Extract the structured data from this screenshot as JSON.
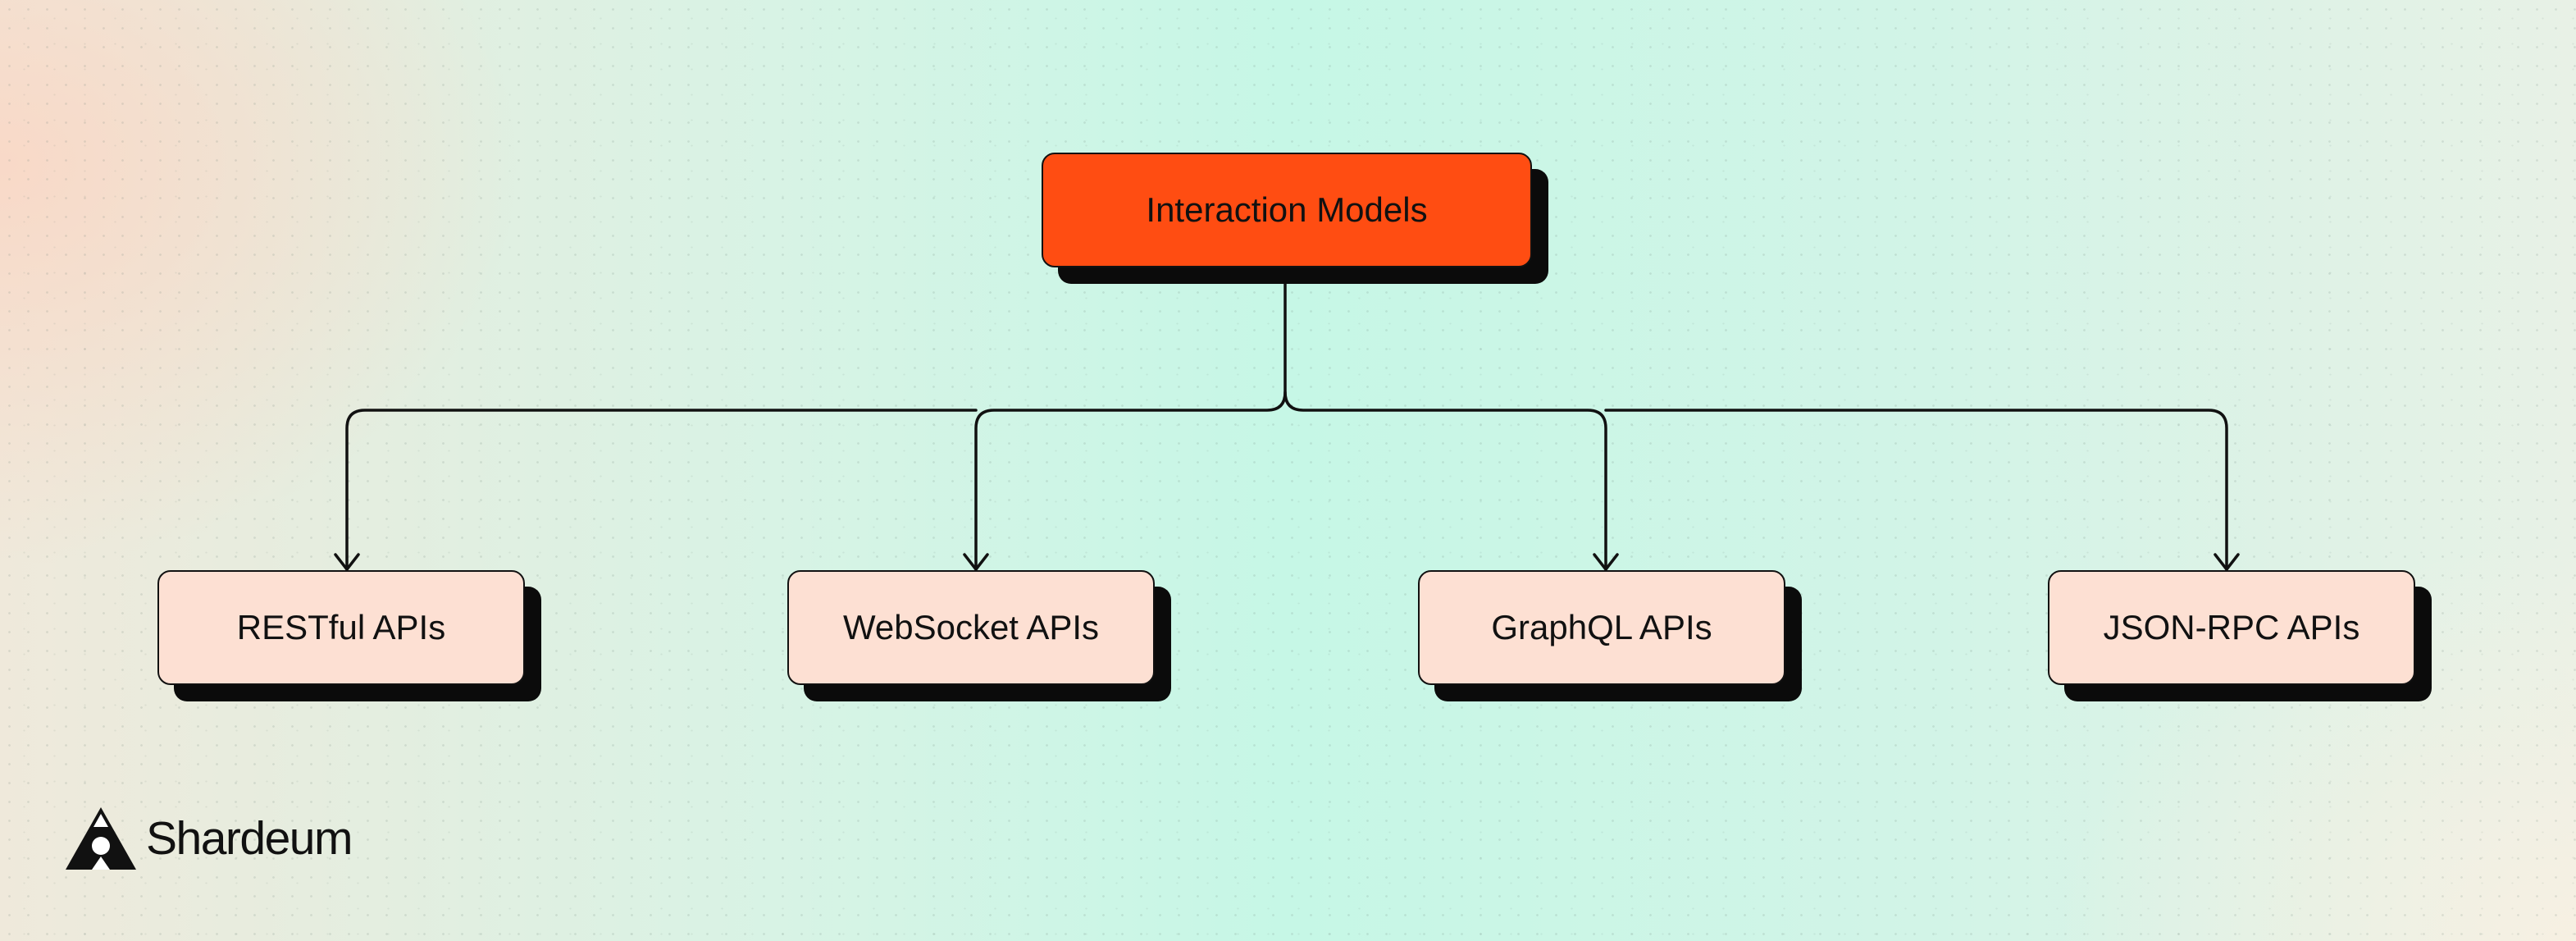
{
  "diagram": {
    "root": {
      "label": "Interaction Models"
    },
    "children": [
      {
        "label": "RESTful APIs"
      },
      {
        "label": "WebSocket APIs"
      },
      {
        "label": "GraphQL APIs"
      },
      {
        "label": "JSON-RPC APIs"
      }
    ],
    "colors": {
      "root_fill": "#ff4d12",
      "child_fill": "#fde0d3",
      "stroke": "#111111",
      "shadow": "#0b0b0b"
    }
  },
  "brand": {
    "name": "Shardeum",
    "icon": "shardeum-logo-icon"
  }
}
